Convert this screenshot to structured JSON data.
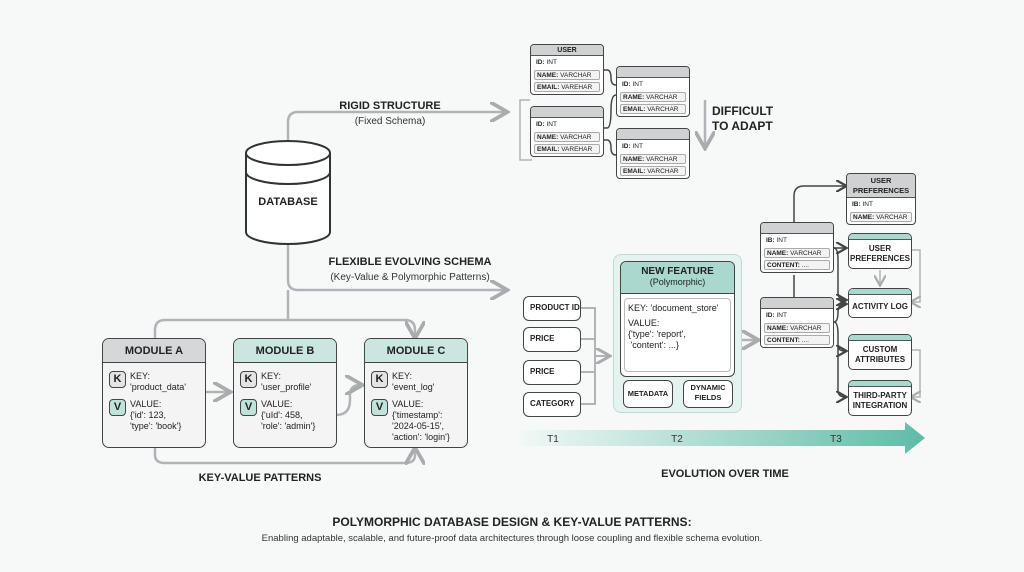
{
  "database": {
    "label": "DATABASE"
  },
  "rigid": {
    "title": "RIGID STRUCTURE",
    "subtitle": "(Fixed Schema)",
    "note": "DIFFICULT TO ADAPT",
    "tables": [
      {
        "header": "USER",
        "rows": [
          [
            "ID:",
            "INT"
          ],
          [
            "NAME:",
            "VARCHAR"
          ],
          [
            "EMAIL:",
            "VAREHAR"
          ]
        ]
      },
      {
        "header": "",
        "rows": [
          [
            "ID:",
            "INT"
          ],
          [
            "NAME:",
            "VARCHAR"
          ],
          [
            "EMAIL:",
            "VAREHAR"
          ]
        ]
      },
      {
        "header": "",
        "rows": [
          [
            "ID:",
            "INT"
          ],
          [
            "RAME:",
            "VARCHAR"
          ],
          [
            "EMAIL:",
            "VARCHAR"
          ]
        ]
      },
      {
        "header": "",
        "rows": [
          [
            "ID:",
            "INT"
          ],
          [
            "NAME:",
            "VARCHAR"
          ],
          [
            "EMAIL:",
            "VARCHAR"
          ]
        ]
      }
    ]
  },
  "flexible": {
    "title": "FLEXIBLE EVOLVING SCHEMA",
    "subtitle": "(Key-Value & Polymorphic Patterns)"
  },
  "modules": [
    {
      "title": "MODULE A",
      "key_label": "KEY:",
      "key": "'product_data'",
      "value_label": "VALUE:",
      "value": "{'id': 123,\n'type': 'book'}"
    },
    {
      "title": "MODULE B",
      "key_label": "KEY:",
      "key": "'user_profile'",
      "value_label": "VALUE:",
      "value": "{'uId': 458,\n'role': 'admin'}"
    },
    {
      "title": "MODULE C",
      "key_label": "KEY:",
      "key": "'event_log'",
      "value_label": "VALUE:",
      "value": "{'timestamp':\n'2024-05-15',\n'action': 'login'}"
    }
  ],
  "badges": {
    "key": "K",
    "value": "V"
  },
  "kv_label": "KEY-VALUE PATTERNS",
  "fields": [
    "PRODUCT ID",
    "PRICE",
    "PRICE",
    "CATEGORY"
  ],
  "new_feature": {
    "title": "NEW FEATURE",
    "subtitle": "(Polymorphic)",
    "key": "KEY: 'document_store'",
    "value_label": "VALUE:",
    "value": "{'type': 'report',\n 'content': ...}",
    "children": [
      "METADATA",
      "DYNAMIC\nFIELDS"
    ]
  },
  "mid_tables": [
    {
      "rows": [
        [
          "IB:",
          "INT"
        ],
        [
          "NAME:",
          "VARCHAR"
        ],
        [
          "CONTENT:",
          "...."
        ]
      ]
    },
    {
      "rows": [
        [
          "ID:",
          "INT"
        ],
        [
          "NAME:",
          "VARCHAR"
        ],
        [
          "CONTENT:",
          "...."
        ]
      ]
    }
  ],
  "right": {
    "user_pref_table": {
      "header": "USER\nPREFERENCES",
      "rows": [
        [
          "IB:",
          "INT"
        ],
        [
          "NAME:",
          "VARCHAR"
        ]
      ]
    },
    "boxes": [
      "USER\nPREFERENCES",
      "ACTIVITY LOG",
      "CUSTOM\nATTRIBUTES",
      "THIRD-PARTY\nINTEGRATION"
    ]
  },
  "timeline": {
    "ticks": [
      "T1",
      "T2",
      "T3"
    ],
    "label": "EVOLUTION OVER TIME"
  },
  "footer": {
    "title": "POLYMORPHIC DATABASE DESIGN & KEY-VALUE PATTERNS:",
    "subtitle": "Enabling adaptable, scalable, and future-proof data architectures through loose coupling and flexible schema evolution."
  },
  "colors": {
    "teal": "#a9d9ce",
    "gray_header": "#cfd1d2",
    "arrow": "#b0b4b6",
    "timeline": "#6fc2b0"
  }
}
